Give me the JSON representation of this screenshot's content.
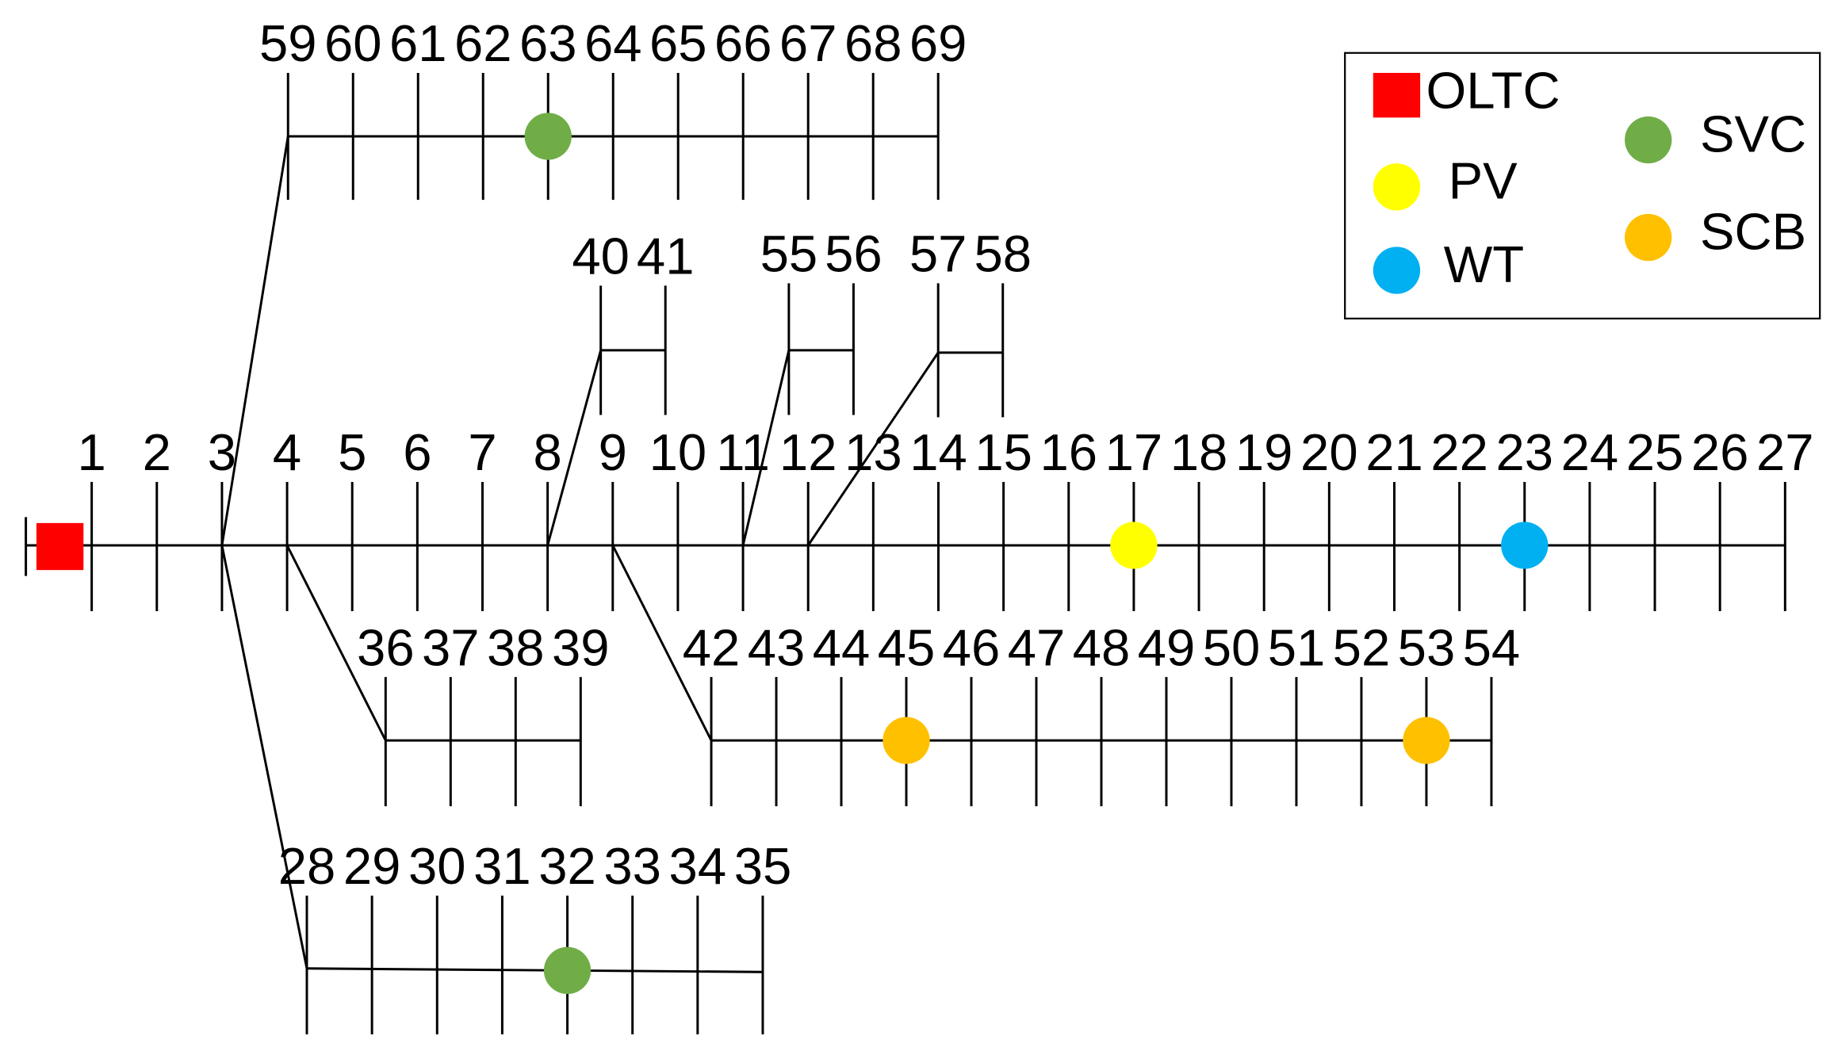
{
  "buses": {
    "main": [
      "1",
      "2",
      "3",
      "4",
      "5",
      "6",
      "7",
      "8",
      "9",
      "10",
      "11",
      "12",
      "13",
      "14",
      "15",
      "16",
      "17",
      "18",
      "19",
      "20",
      "21",
      "22",
      "23",
      "24",
      "25",
      "26",
      "27"
    ],
    "branch_top": [
      "59",
      "60",
      "61",
      "62",
      "63",
      "64",
      "65",
      "66",
      "67",
      "68",
      "69"
    ],
    "branch_40": [
      "40",
      "41"
    ],
    "branch_55": [
      "55",
      "56"
    ],
    "branch_57": [
      "57",
      "58"
    ],
    "branch_36": [
      "36",
      "37",
      "38",
      "39"
    ],
    "branch_42": [
      "42",
      "43",
      "44",
      "45",
      "46",
      "47",
      "48",
      "49",
      "50",
      "51",
      "52",
      "53",
      "54"
    ],
    "branch_28": [
      "28",
      "29",
      "30",
      "31",
      "32",
      "33",
      "34",
      "35"
    ]
  },
  "devices": [
    {
      "type": "OLTC",
      "bus": "1"
    },
    {
      "type": "SVC",
      "bus": "63"
    },
    {
      "type": "SVC",
      "bus": "32"
    },
    {
      "type": "PV",
      "bus": "17"
    },
    {
      "type": "WT",
      "bus": "23"
    },
    {
      "type": "SCB",
      "bus": "45"
    },
    {
      "type": "SCB",
      "bus": "53"
    }
  ],
  "legend": {
    "oltc": "OLTC",
    "pv": "PV",
    "wt": "WT",
    "svc": "SVC",
    "scb": "SCB"
  },
  "colors": {
    "oltc": "#ff0000",
    "pv": "#ffff00",
    "wt": "#00b0f0",
    "svc": "#70ad47",
    "scb": "#ffc000",
    "line": "#000000"
  }
}
